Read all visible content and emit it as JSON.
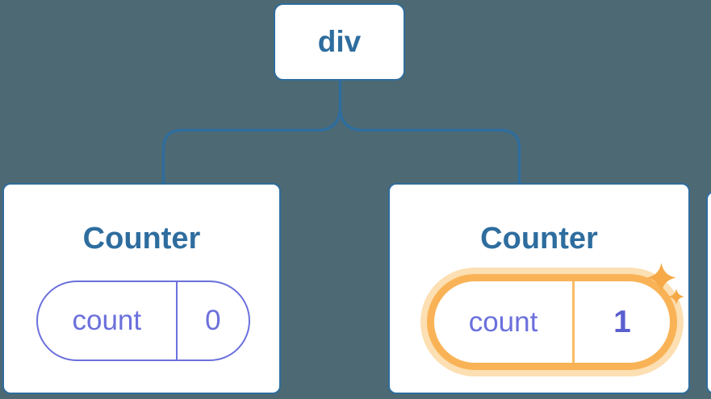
{
  "diagram": {
    "background_color": "#4d6973",
    "line_color": "#2e6d9e",
    "root": {
      "label": "div"
    },
    "children": [
      {
        "title": "Counter",
        "state": {
          "key": "count",
          "value": "0"
        },
        "highlighted": false,
        "pill_color": "#6b70dc"
      },
      {
        "title": "Counter",
        "state": {
          "key": "count",
          "value": "1"
        },
        "highlighted": true,
        "pill_color": "#6b70dc",
        "highlight_color": "#f9b356",
        "highlight_halo_color": "#fcdfb2",
        "sparkle_color": "#f5a947"
      }
    ]
  }
}
